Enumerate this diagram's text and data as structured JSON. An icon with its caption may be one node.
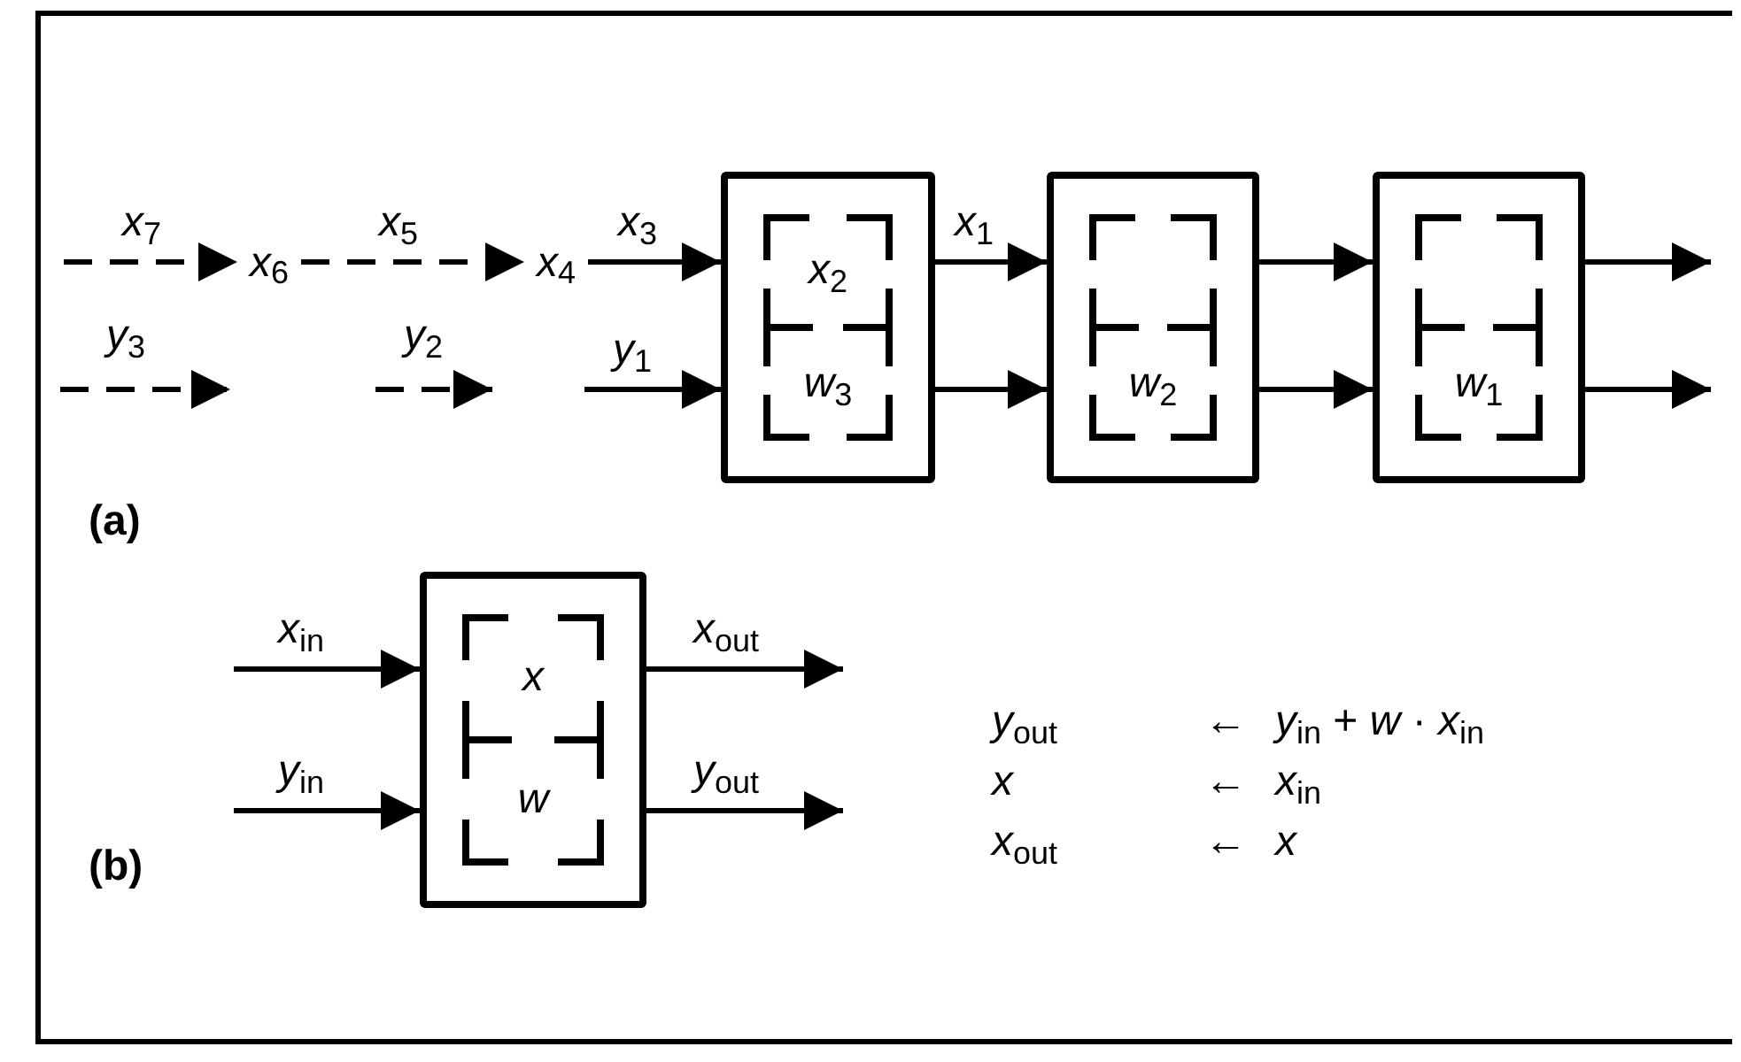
{
  "diagram": {
    "nodes": [
      {
        "text": [
          "*x*$_{6}$"
        ]
      },
      {
        "text": [
          "*x*$_{4}$"
        ]
      },
      {
        "text": [
          "*x*$_{2}$",
          "*w*$_{3}$"
        ]
      },
      {
        "text": [
          "*w*$_{2}$"
        ]
      },
      {
        "text": [
          "*w*$_{1}$"
        ]
      },
      {
        "text": [
          "*x*",
          "*w*"
        ]
      }
    ],
    "edges": [
      {
        "from": null,
        "to": 0,
        "arrow": "to",
        "label": "*x*$_{7}$",
        "style": "dashed"
      },
      {
        "from": 0,
        "to": 1,
        "arrow": "to",
        "label": "*x*$_{5}$",
        "style": "dashed"
      },
      {
        "from": 1,
        "to": 2,
        "arrow": "to",
        "label": "*x*$_{3}$"
      },
      {
        "from": null,
        "to": 2,
        "arrow": "to",
        "label": "*y*$_{1}$"
      },
      {
        "from": 2,
        "to": 3,
        "arrow": "to",
        "label": "*x*$_{1}$"
      },
      {
        "from": 2,
        "to": 3,
        "arrow": "to"
      },
      {
        "from": 3,
        "to": 4,
        "arrow": "to"
      },
      {
        "from": 3,
        "to": 4,
        "arrow": "to"
      },
      {
        "from": 4,
        "to": null,
        "arrow": "to"
      },
      {
        "from": 4,
        "to": null,
        "arrow": "to"
      },
      {
        "from": null,
        "to": 5,
        "arrow": "to",
        "label": "*x*$_{in}$"
      },
      {
        "from": null,
        "to": 5,
        "arrow": "to",
        "label": "*y*$_{in}$"
      },
      {
        "from": 5,
        "to": null,
        "arrow": "to",
        "label": "*x*$_{out}$"
      },
      {
        "from": 5,
        "to": null,
        "arrow": "to",
        "label": "*y*$_{out}$"
      }
    ],
    "labels": [
      "*y*$_{3}$",
      "*y*$_{2}$",
      "(a)",
      "*y*$_{out}$",
      "←",
      "*y*$_{in}$ + *w* · *x*$_{in}$",
      "*x*",
      "←",
      "*x*$_{in}$",
      "*x*$_{out}$",
      "←",
      "*x*",
      "(b)"
    ]
  }
}
